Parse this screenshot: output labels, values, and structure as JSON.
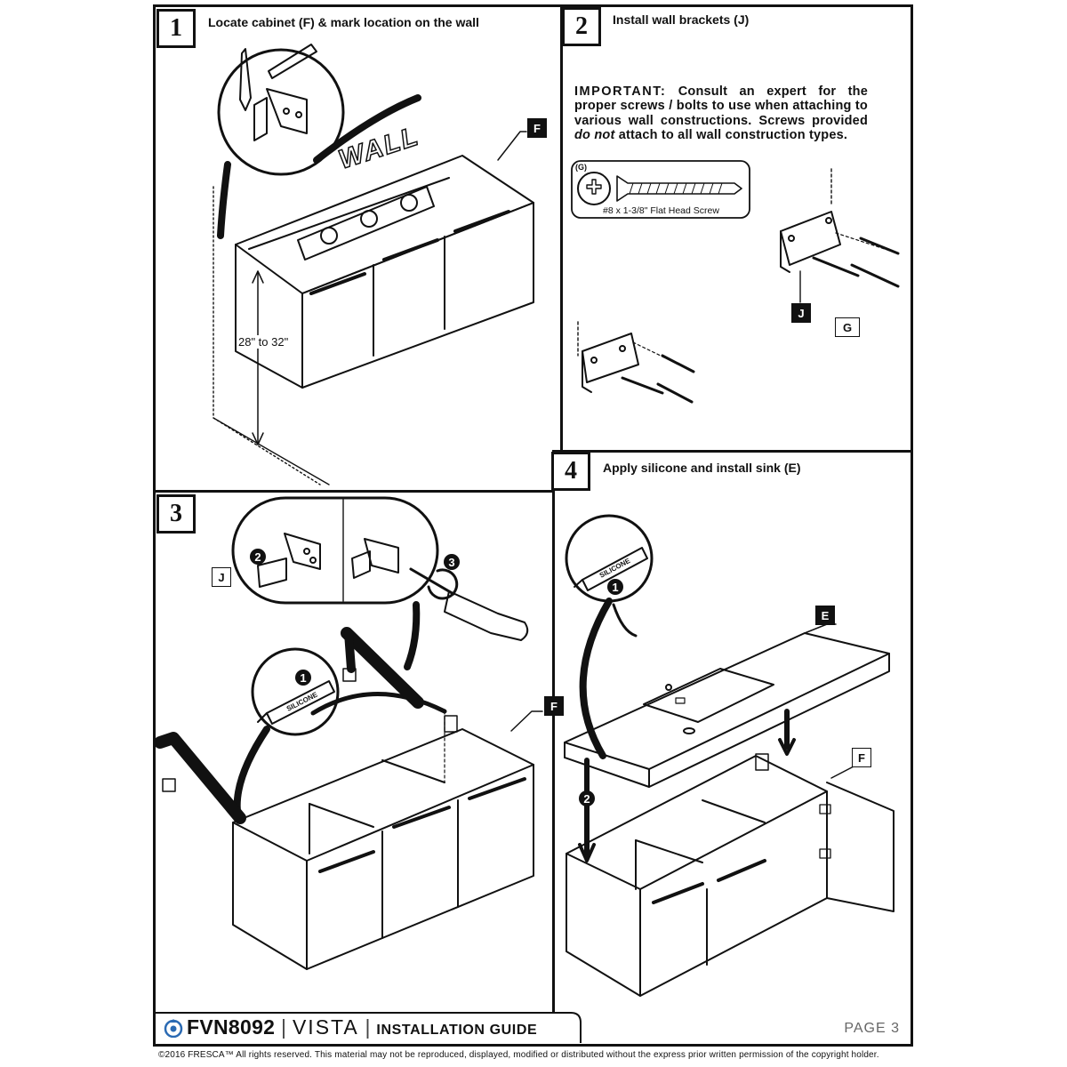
{
  "steps": [
    {
      "number": "1",
      "title": "Locate cabinet (F) & mark location on the wall"
    },
    {
      "number": "2",
      "title": "Install wall brackets (J)"
    },
    {
      "number": "3",
      "title": ""
    },
    {
      "number": "4",
      "title": "Apply silicone and install sink (E)"
    }
  ],
  "step1": {
    "wall_label": "WALL",
    "height_range": "28\" to 32\"",
    "cabinet_label": "F"
  },
  "step2": {
    "important_lead": "IMPORTANT:",
    "important_text": "Consult an expert for the proper screws / bolts to use when attaching to various wall constructions. Screws provided",
    "important_emph": "do not",
    "important_tail": "attach to all wall construction types.",
    "screw_tag": "(G)",
    "screw_caption": "#8 x 1-3/8\" Flat Head Screw",
    "bracket_label": "J",
    "screw_label": "G"
  },
  "step3": {
    "bracket_label": "J",
    "cabinet_label": "F",
    "silicone_text": "SILICONE",
    "callouts": [
      "1",
      "2",
      "3"
    ]
  },
  "step4": {
    "sink_label": "E",
    "cabinet_label": "F",
    "silicone_text": "SILICONE",
    "callouts": [
      "1",
      "2"
    ]
  },
  "footer": {
    "model": "FVN8092",
    "divider": "|",
    "series": "VISTA",
    "guide": "INSTALLATION GUIDE",
    "page": "PAGE 3",
    "copyright": "©2016 FRESCA™ All rights reserved. This material may not be reproduced, displayed, modified or distributed without the express prior written permission of the copyright holder."
  },
  "colors": {
    "ink": "#111111",
    "paper": "#ffffff",
    "logo": "#2a6ab3"
  },
  "icons": [
    "fresca-logo-icon",
    "pencil-icon",
    "level-icon",
    "screw-icon",
    "screwdriver-icon",
    "silicone-tube-icon",
    "rotate-arrow-icon"
  ]
}
